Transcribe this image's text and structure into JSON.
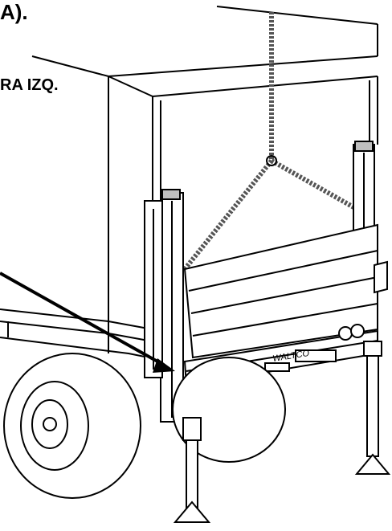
{
  "labels": {
    "top_fragment": "A).",
    "side_fragment": "RA IZQ."
  },
  "diagram": {
    "subject": "liftgate-installation-with-sling",
    "brand_plate": "WALTCO"
  },
  "colors": {
    "ink": "#000000",
    "paper": "#ffffff",
    "shade": "#bfbfbf",
    "chain": "#555555"
  }
}
